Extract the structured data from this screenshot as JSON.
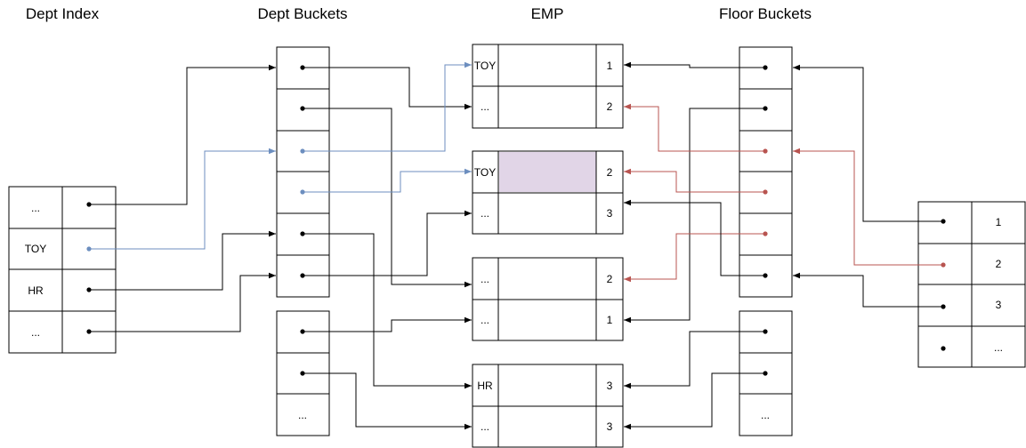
{
  "titles": {
    "dept_index": "Dept Index",
    "dept_buckets": "Dept Buckets",
    "emp": "EMP",
    "floor_buckets": "Floor Buckets"
  },
  "dept_index": {
    "rows": [
      "...",
      "TOY",
      "HR",
      "..."
    ]
  },
  "dept_buckets": {
    "bucket_2_last": "..."
  },
  "emp": {
    "page1": [
      {
        "dept": "TOY",
        "floor": "1"
      },
      {
        "dept": "...",
        "floor": "2"
      }
    ],
    "page2": [
      {
        "dept": "TOY",
        "floor": "2"
      },
      {
        "dept": "...",
        "floor": "3"
      }
    ],
    "page3": [
      {
        "dept": "...",
        "floor": "2"
      },
      {
        "dept": "...",
        "floor": "1"
      }
    ],
    "page4": [
      {
        "dept": "HR",
        "floor": "3"
      },
      {
        "dept": "...",
        "floor": "3"
      }
    ]
  },
  "floor_buckets": {
    "bucket_2_last": "..."
  },
  "floor_index": {
    "rows": [
      "1",
      "2",
      "3",
      "..."
    ]
  },
  "colors": {
    "black": "#000000",
    "blue": "#6c8ebf",
    "red": "#b85450",
    "highlight": "#e1d5e7"
  }
}
